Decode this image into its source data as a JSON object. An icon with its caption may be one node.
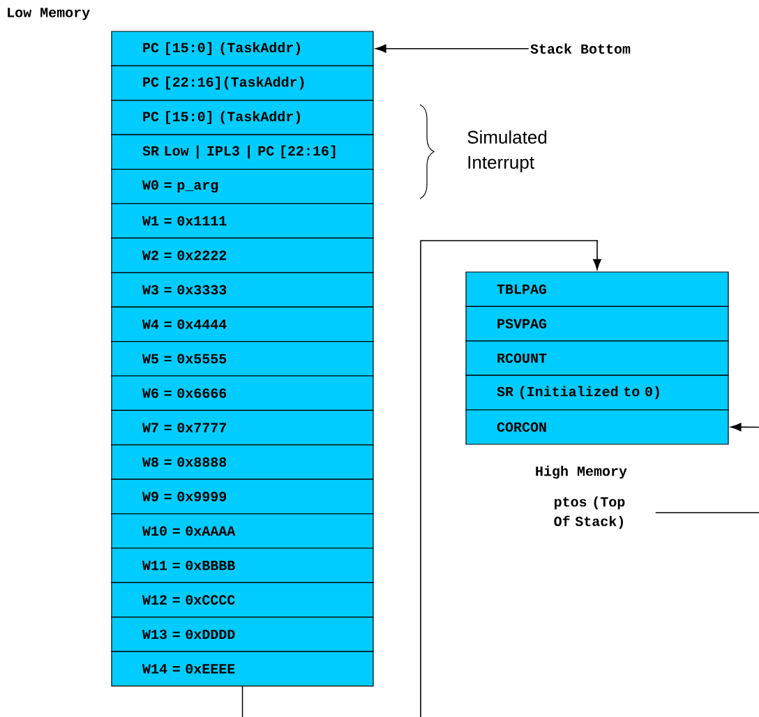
{
  "diagram": {
    "nodes": [
      {
        "text": [
          "PC [15:0] (TaskAddr)"
        ]
      },
      {
        "text": [
          "PC [22:16](TaskAddr)"
        ]
      },
      {
        "text": [
          "PC [15:0] (TaskAddr)"
        ]
      },
      {
        "text": [
          "SR Low | IPL3 | PC [22:16]"
        ]
      },
      {
        "text": [
          "W0 = p_arg"
        ]
      },
      {
        "text": [
          "W1 = 0x1111"
        ]
      },
      {
        "text": [
          "W2 = 0x2222"
        ]
      },
      {
        "text": [
          "W3 = 0x3333"
        ]
      },
      {
        "text": [
          "W4 = 0x4444"
        ]
      },
      {
        "text": [
          "W5 = 0x5555"
        ]
      },
      {
        "text": [
          "W6 = 0x6666"
        ]
      },
      {
        "text": [
          "W7 = 0x7777"
        ]
      },
      {
        "text": [
          "W8 = 0x8888"
        ]
      },
      {
        "text": [
          "W9 = 0x9999"
        ]
      },
      {
        "text": [
          "W10 = 0xAAAA"
        ]
      },
      {
        "text": [
          "W11 = 0xBBBB"
        ]
      },
      {
        "text": [
          "W12 = 0xCCCC"
        ]
      },
      {
        "text": [
          "W13 = 0xDDDD"
        ]
      },
      {
        "text": [
          "W14 = 0xEEEE"
        ]
      },
      {
        "text": [
          "TBLPAG"
        ]
      },
      {
        "text": [
          "PSVPAG"
        ]
      },
      {
        "text": [
          "RCOUNT"
        ]
      },
      {
        "text": [
          "SR (Initialized to 0)"
        ]
      },
      {
        "text": [
          "CORCON"
        ]
      },
      {
        "text": [
          "Stack Bottom"
        ]
      },
      {
        "text": [
          "ptos (Top Of Stack)"
        ]
      }
    ],
    "edges": [
      {
        "from": 24,
        "to": 0,
        "arrow": "to"
      },
      {
        "from": 18,
        "to": 19,
        "arrow": "to"
      },
      {
        "from": 25,
        "to": 23,
        "arrow": "to"
      }
    ],
    "labels": [
      "Low Memory",
      "Simulated Interrupt",
      "High Memory"
    ]
  }
}
